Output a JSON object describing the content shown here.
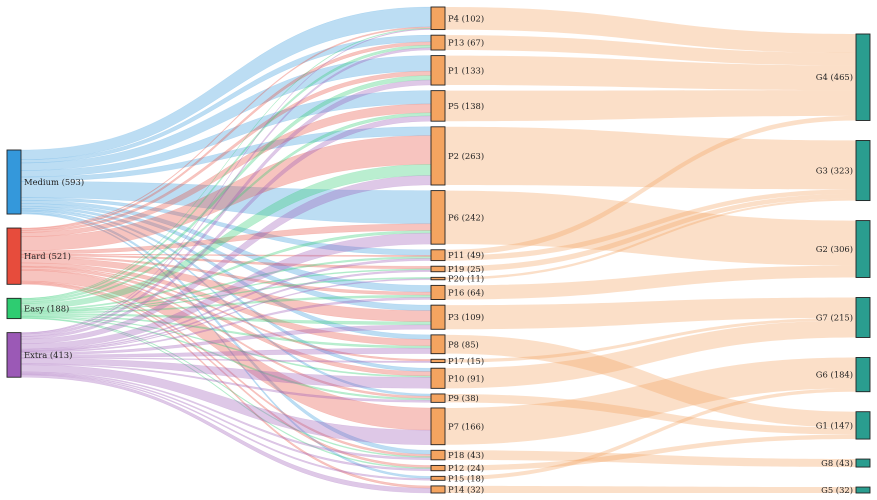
{
  "diagram": {
    "type": "sankey",
    "levels": [
      {
        "name": "Medium",
        "value": 593,
        "color": "#3498db"
      },
      {
        "name": "Hard",
        "value": 521,
        "color": "#e74c3c"
      },
      {
        "name": "Easy",
        "value": 188,
        "color": "#2ecc71"
      },
      {
        "name": "Extra",
        "value": 413,
        "color": "#9b59b6"
      }
    ],
    "problems": [
      {
        "name": "P4",
        "value": 102
      },
      {
        "name": "P13",
        "value": 67
      },
      {
        "name": "P1",
        "value": 133
      },
      {
        "name": "P5",
        "value": 138
      },
      {
        "name": "P2",
        "value": 263
      },
      {
        "name": "P6",
        "value": 242
      },
      {
        "name": "P11",
        "value": 49
      },
      {
        "name": "P19",
        "value": 25
      },
      {
        "name": "P20",
        "value": 11
      },
      {
        "name": "P16",
        "value": 64
      },
      {
        "name": "P3",
        "value": 109
      },
      {
        "name": "P8",
        "value": 85
      },
      {
        "name": "P17",
        "value": 15
      },
      {
        "name": "P10",
        "value": 91
      },
      {
        "name": "P9",
        "value": 38
      },
      {
        "name": "P7",
        "value": 166
      },
      {
        "name": "P18",
        "value": 43
      },
      {
        "name": "P12",
        "value": 24
      },
      {
        "name": "P15",
        "value": 18
      },
      {
        "name": "P14",
        "value": 32
      }
    ],
    "groups": [
      {
        "name": "G4",
        "value": 465
      },
      {
        "name": "G3",
        "value": 323
      },
      {
        "name": "G2",
        "value": 306
      },
      {
        "name": "G7",
        "value": 215
      },
      {
        "name": "G6",
        "value": 184
      },
      {
        "name": "G1",
        "value": 147
      },
      {
        "name": "G8",
        "value": 43
      },
      {
        "name": "G5",
        "value": 32
      }
    ],
    "problem_color": "#f4a460",
    "group_color": "#2a9d8f",
    "flows_level_to_problem": [
      [
        "Medium",
        "P4",
        90
      ],
      [
        "Medium",
        "P13",
        30
      ],
      [
        "Medium",
        "P1",
        70
      ],
      [
        "Medium",
        "P5",
        60
      ],
      [
        "Medium",
        "P2",
        40
      ],
      [
        "Medium",
        "P6",
        150
      ],
      [
        "Medium",
        "P11",
        25
      ],
      [
        "Medium",
        "P16",
        30
      ],
      [
        "Medium",
        "P3",
        25
      ],
      [
        "Medium",
        "P8",
        20
      ],
      [
        "Medium",
        "P10",
        15
      ],
      [
        "Medium",
        "P9",
        10
      ],
      [
        "Medium",
        "P18",
        18
      ],
      [
        "Medium",
        "P15",
        10
      ],
      [
        "Hard",
        "P4",
        6
      ],
      [
        "Hard",
        "P13",
        15
      ],
      [
        "Hard",
        "P1",
        20
      ],
      [
        "Hard",
        "P5",
        40
      ],
      [
        "Hard",
        "P2",
        130
      ],
      [
        "Hard",
        "P6",
        30
      ],
      [
        "Hard",
        "P11",
        6
      ],
      [
        "Hard",
        "P19",
        12
      ],
      [
        "Hard",
        "P16",
        14
      ],
      [
        "Hard",
        "P3",
        50
      ],
      [
        "Hard",
        "P8",
        30
      ],
      [
        "Hard",
        "P17",
        8
      ],
      [
        "Hard",
        "P10",
        20
      ],
      [
        "Hard",
        "P9",
        10
      ],
      [
        "Hard",
        "P7",
        100
      ],
      [
        "Hard",
        "P18",
        10
      ],
      [
        "Hard",
        "P12",
        10
      ],
      [
        "Hard",
        "P14",
        10
      ],
      [
        "Easy",
        "P4",
        3
      ],
      [
        "Easy",
        "P13",
        12
      ],
      [
        "Easy",
        "P1",
        20
      ],
      [
        "Easy",
        "P5",
        14
      ],
      [
        "Easy",
        "P2",
        50
      ],
      [
        "Easy",
        "P6",
        12
      ],
      [
        "Easy",
        "P11",
        8
      ],
      [
        "Easy",
        "P19",
        5
      ],
      [
        "Easy",
        "P20",
        6
      ],
      [
        "Easy",
        "P16",
        10
      ],
      [
        "Easy",
        "P3",
        14
      ],
      [
        "Easy",
        "P8",
        10
      ],
      [
        "Easy",
        "P10",
        6
      ],
      [
        "Easy",
        "P9",
        8
      ],
      [
        "Easy",
        "P18",
        5
      ],
      [
        "Easy",
        "P12",
        5
      ],
      [
        "Extra",
        "P4",
        3
      ],
      [
        "Extra",
        "P13",
        10
      ],
      [
        "Extra",
        "P1",
        23
      ],
      [
        "Extra",
        "P5",
        24
      ],
      [
        "Extra",
        "P2",
        43
      ],
      [
        "Extra",
        "P6",
        50
      ],
      [
        "Extra",
        "P11",
        10
      ],
      [
        "Extra",
        "P19",
        8
      ],
      [
        "Extra",
        "P20",
        5
      ],
      [
        "Extra",
        "P16",
        10
      ],
      [
        "Extra",
        "P3",
        20
      ],
      [
        "Extra",
        "P8",
        25
      ],
      [
        "Extra",
        "P17",
        7
      ],
      [
        "Extra",
        "P10",
        50
      ],
      [
        "Extra",
        "P9",
        10
      ],
      [
        "Extra",
        "P7",
        66
      ],
      [
        "Extra",
        "P18",
        10
      ],
      [
        "Extra",
        "P12",
        9
      ],
      [
        "Extra",
        "P15",
        8
      ],
      [
        "Extra",
        "P14",
        22
      ]
    ],
    "flows_problem_to_group": [
      [
        "P4",
        "G4",
        102
      ],
      [
        "P13",
        "G4",
        67
      ],
      [
        "P1",
        "G4",
        133
      ],
      [
        "P5",
        "G4",
        138
      ],
      [
        "P2",
        "G3",
        263
      ],
      [
        "P6",
        "G2",
        242
      ],
      [
        "P11",
        "G4",
        25
      ],
      [
        "P11",
        "G3",
        24
      ],
      [
        "P19",
        "G3",
        25
      ],
      [
        "P20",
        "G3",
        11
      ],
      [
        "P16",
        "G2",
        64
      ],
      [
        "P3",
        "G7",
        109
      ],
      [
        "P8",
        "G1",
        85
      ],
      [
        "P17",
        "G7",
        15
      ],
      [
        "P10",
        "G7",
        91
      ],
      [
        "P9",
        "G1",
        38
      ],
      [
        "P7",
        "G6",
        166
      ],
      [
        "P18",
        "G8",
        43
      ],
      [
        "P12",
        "G1",
        24
      ],
      [
        "P15",
        "G6",
        18
      ],
      [
        "P14",
        "G5",
        32
      ]
    ]
  }
}
